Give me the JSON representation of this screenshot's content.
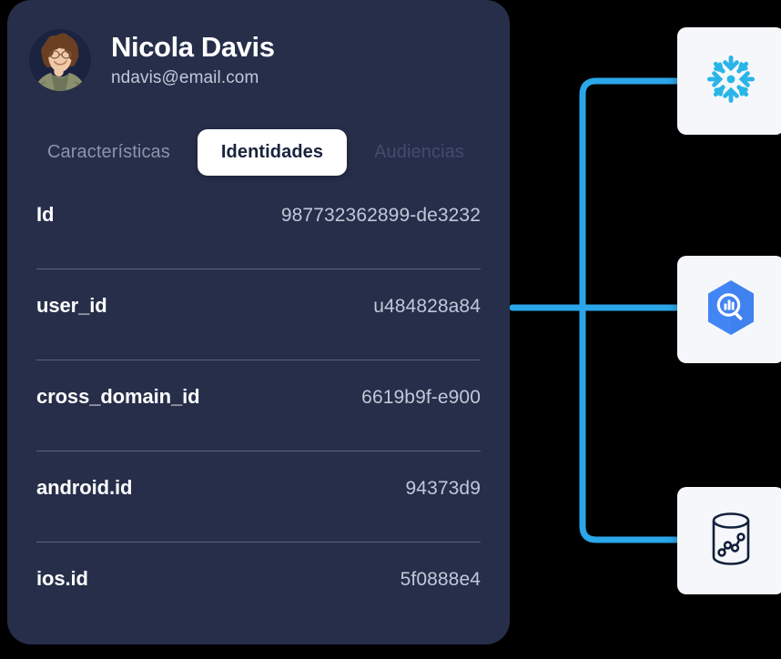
{
  "background": {
    "canvas_color": "#000000",
    "card_color": "#262e4a",
    "accent_color": "#2ba6e8",
    "tile_color": "#f5f7fa"
  },
  "profile": {
    "avatar": "user-photo-avatar",
    "name": "Nicola Davis",
    "email": "ndavis@email.com"
  },
  "tabs": [
    {
      "label": "Características",
      "state": "inactive",
      "name": "tab-caracteristicas"
    },
    {
      "label": "Identidades",
      "state": "active",
      "name": "tab-identidades"
    },
    {
      "label": "Audiencias",
      "state": "faded",
      "name": "tab-audiencias"
    }
  ],
  "identities": [
    {
      "key": "Id",
      "value": "987732362899-de3232"
    },
    {
      "key": "user_id",
      "value": "u484828a84"
    },
    {
      "key": "cross_domain_id",
      "value": "6619b9f-e900"
    },
    {
      "key": "android.id",
      "value": "94373d9"
    },
    {
      "key": "ios.id",
      "value": "5f0888e4"
    }
  ],
  "integrations": [
    {
      "name": "snowflake-icon",
      "label": "Snowflake",
      "color": "#29b5e8"
    },
    {
      "name": "bigquery-icon",
      "label": "Google BigQuery",
      "color": "#4285f4"
    },
    {
      "name": "database-analytics-icon",
      "label": "Database",
      "color": "#12203c"
    }
  ],
  "connector": {
    "color": "#2ba6e8",
    "junction_label": "identity-fan-out-junction"
  }
}
